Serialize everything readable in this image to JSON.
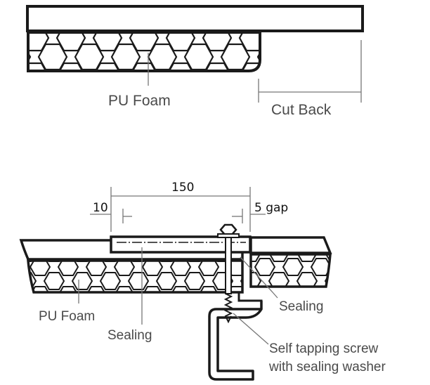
{
  "top_detail": {
    "foam_label": "PU Foam",
    "cutback_label": "Cut Back"
  },
  "joint_detail": {
    "overall_dim": "150",
    "left_dim": "10",
    "right_dim": "5 gap",
    "foam_label": "PU Foam",
    "sealing_lower_label": "Sealing",
    "sealing_right_label": "Sealing",
    "screw_label_line1": "Self tapping screw",
    "screw_label_line2": "with sealing washer"
  },
  "colors": {
    "line": "#1a1a1a",
    "leader": "#777777",
    "text": "#4a4a4a"
  }
}
